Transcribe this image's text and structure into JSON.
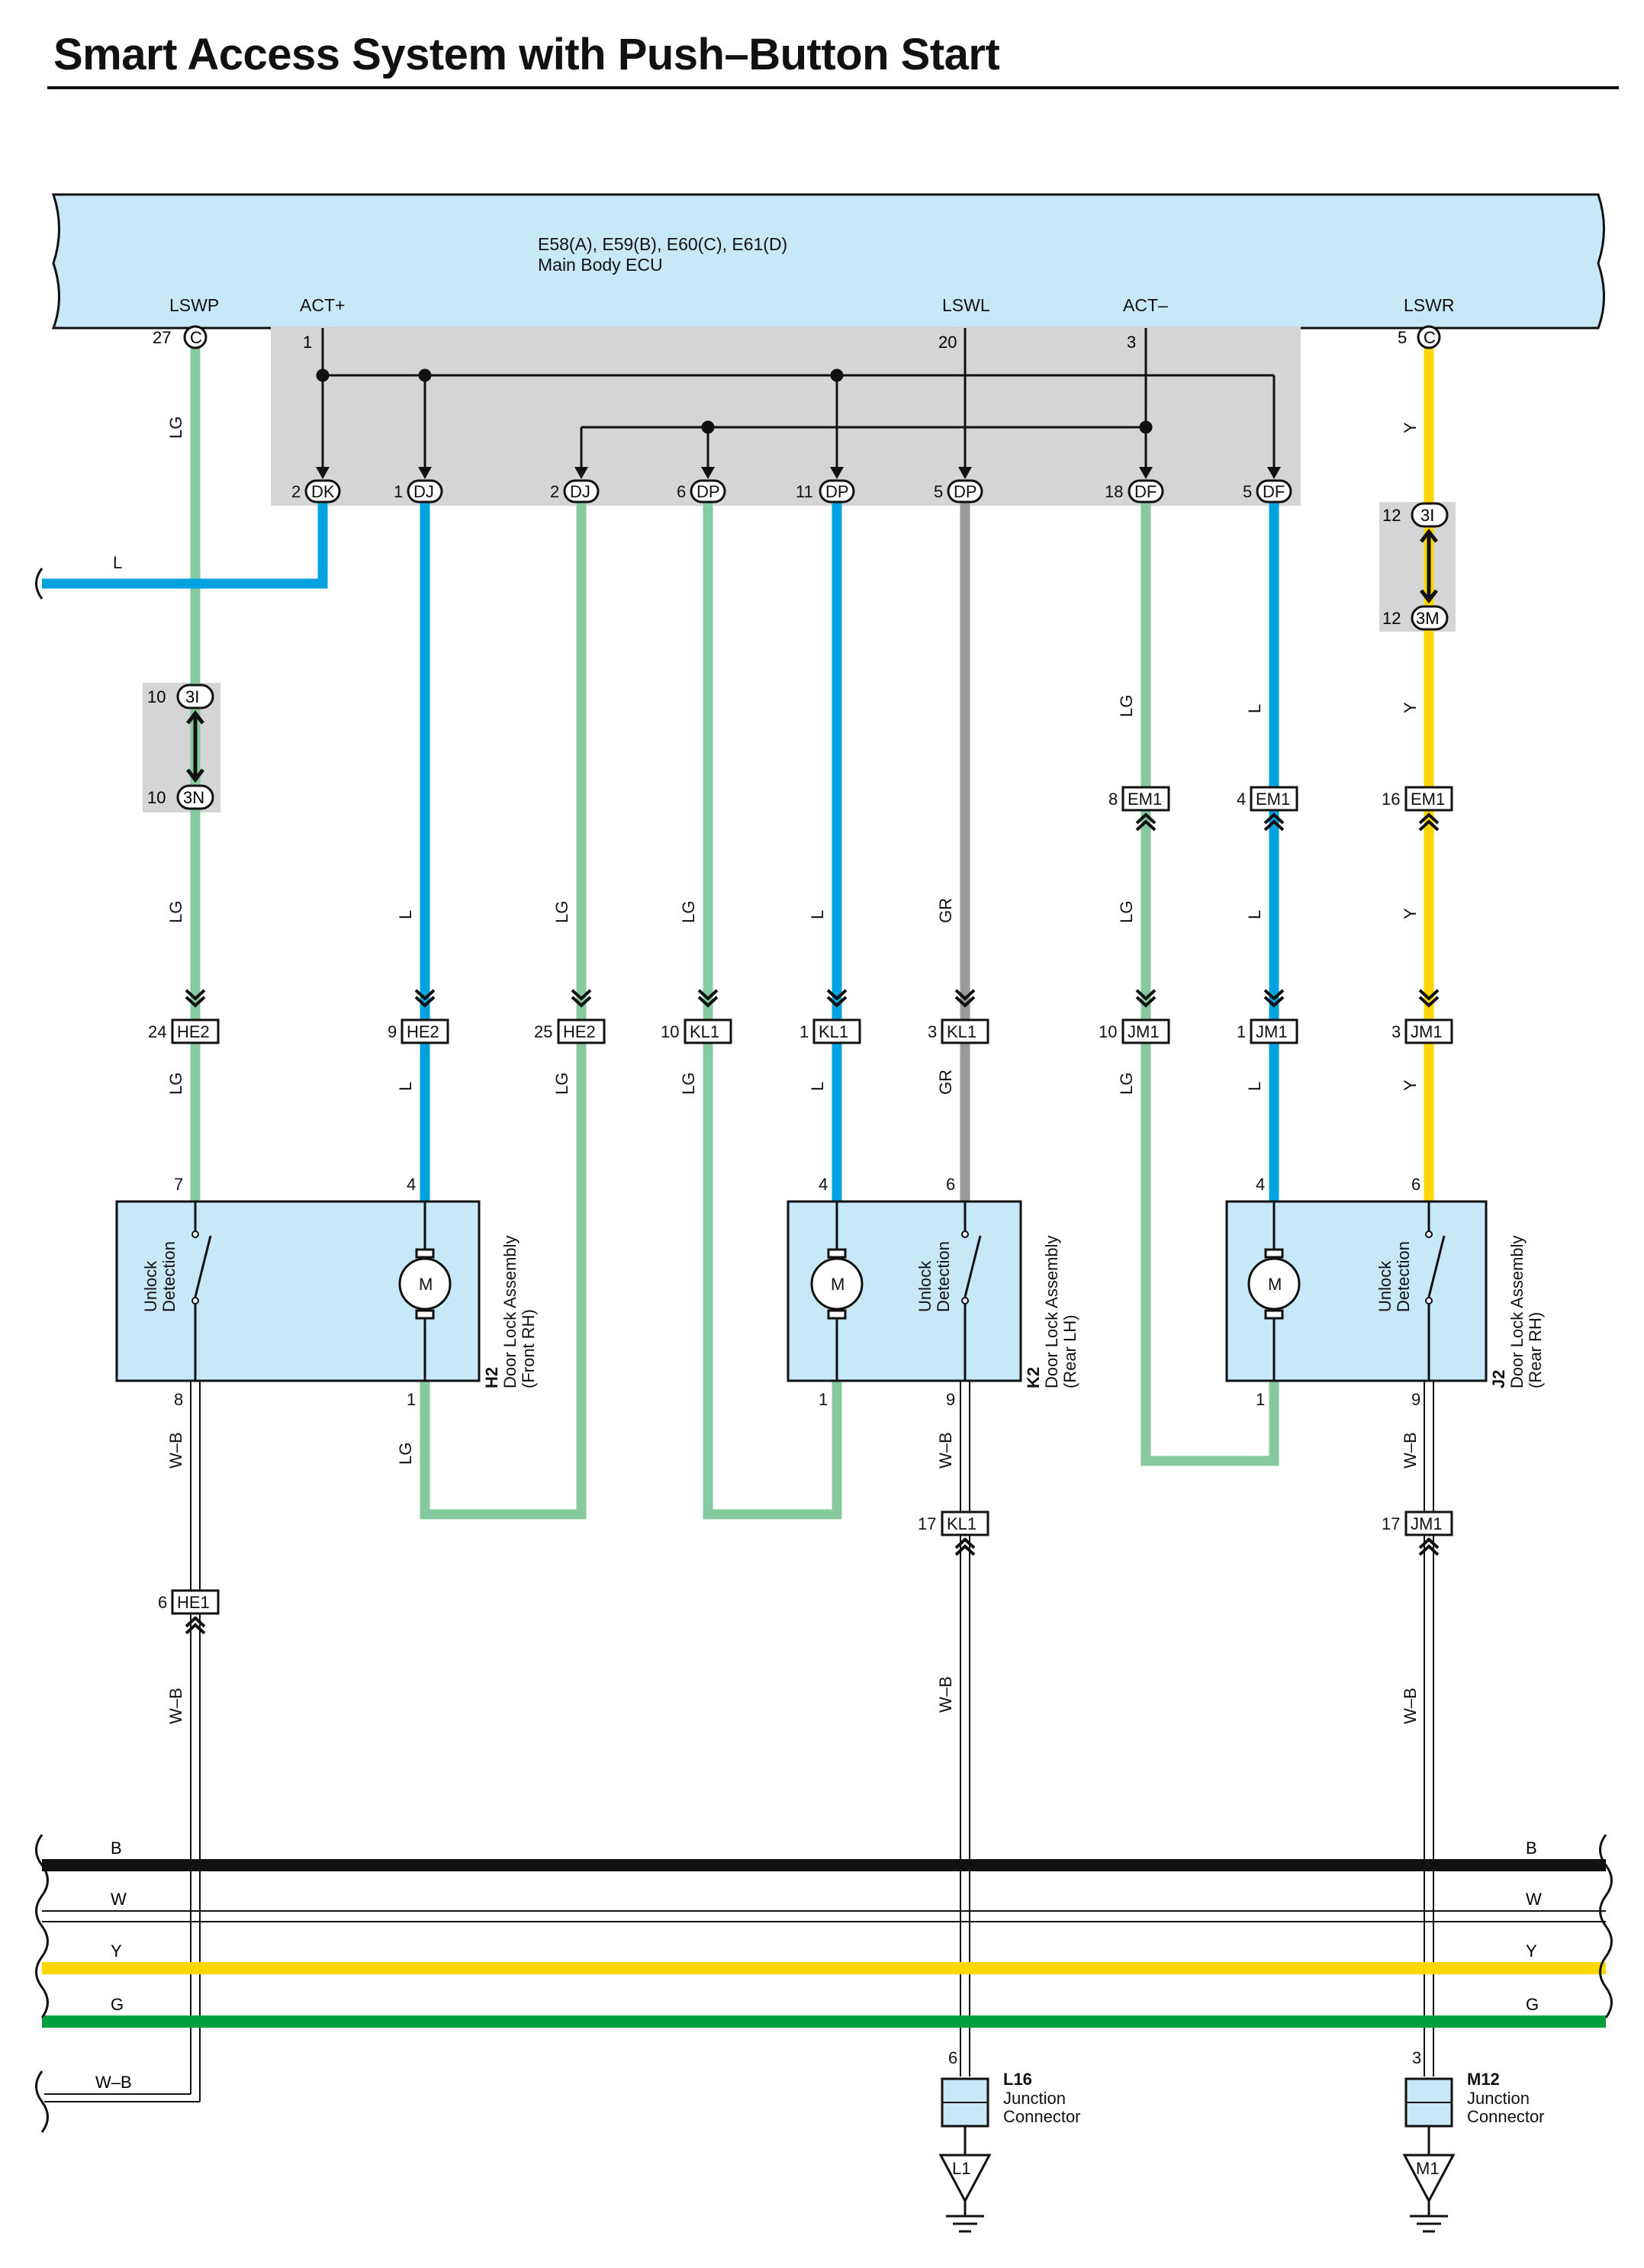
{
  "title": "Smart Access System with Push–Button Start",
  "ecu": {
    "connectors": "E58(A), E59(B), E60(C), E61(D)",
    "name": "Main Body ECU",
    "pins": [
      "LSWP",
      "ACT+",
      "LSWL",
      "ACT–",
      "LSWR"
    ]
  },
  "wire_colors": {
    "LG": "#86c99f",
    "L": "#00a3e0",
    "GR": "#999999",
    "Y": "#ffd700",
    "B": "#111111",
    "W": "#ffffff",
    "G": "#00a040",
    "W-B": "#ffffff"
  },
  "ecu_terminals": [
    {
      "num": "27",
      "conn": "C"
    },
    {
      "num": "1",
      "conn": ""
    },
    {
      "num": "20",
      "conn": ""
    },
    {
      "num": "3",
      "conn": ""
    },
    {
      "num": "5",
      "conn": "C"
    }
  ],
  "connector_row1": [
    {
      "num": "2",
      "id": "DK"
    },
    {
      "num": "1",
      "id": "DJ"
    },
    {
      "num": "2",
      "id": "DJ"
    },
    {
      "num": "6",
      "id": "DP"
    },
    {
      "num": "11",
      "id": "DP"
    },
    {
      "num": "5",
      "id": "DP"
    },
    {
      "num": "18",
      "id": "DF"
    },
    {
      "num": "5",
      "id": "DF"
    }
  ],
  "junction_3i_3n": [
    {
      "num": "10",
      "id": "3I"
    },
    {
      "num": "10",
      "id": "3N"
    }
  ],
  "junction_3i_3m": [
    {
      "num": "12",
      "id": "3I"
    },
    {
      "num": "12",
      "id": "3M"
    }
  ],
  "em1_row": [
    {
      "num": "8",
      "id": "EM1"
    },
    {
      "num": "4",
      "id": "EM1"
    },
    {
      "num": "16",
      "id": "EM1"
    }
  ],
  "inline_row": [
    {
      "num": "24",
      "id": "HE2"
    },
    {
      "num": "9",
      "id": "HE2"
    },
    {
      "num": "25",
      "id": "HE2"
    },
    {
      "num": "10",
      "id": "KL1"
    },
    {
      "num": "1",
      "id": "KL1"
    },
    {
      "num": "3",
      "id": "KL1"
    },
    {
      "num": "10",
      "id": "JM1"
    },
    {
      "num": "1",
      "id": "JM1"
    },
    {
      "num": "3",
      "id": "JM1"
    }
  ],
  "wire_labels": {
    "lg": "LG",
    "l": "L",
    "gr": "GR",
    "y": "Y",
    "wb": "W–B",
    "b": "B",
    "w": "W",
    "g": "G"
  },
  "assemblies": [
    {
      "code": "H2",
      "name": "Door Lock Assembly",
      "side": "(Front RH)",
      "pins": [
        "7",
        "4",
        "8",
        "1"
      ]
    },
    {
      "code": "K2",
      "name": "Door Lock Assembly",
      "side": "(Rear LH)",
      "pins": [
        "4",
        "6",
        "1",
        "9"
      ]
    },
    {
      "code": "J2",
      "name": "Door Lock Assembly",
      "side": "(Rear RH)",
      "pins": [
        "4",
        "6",
        "1",
        "9"
      ]
    }
  ],
  "switch_label": [
    "Unlock",
    "Detection"
  ],
  "motor_label": "M",
  "lower_connectors": [
    {
      "num": "6",
      "id": "HE1"
    },
    {
      "num": "17",
      "id": "KL1"
    },
    {
      "num": "17",
      "id": "JM1"
    }
  ],
  "junction_connectors": [
    {
      "code": "L16",
      "name": "Junction",
      "type": "Connector",
      "pin": "6",
      "ground": "L1"
    },
    {
      "code": "M12",
      "name": "Junction",
      "type": "Connector",
      "pin": "3",
      "ground": "M1"
    }
  ]
}
